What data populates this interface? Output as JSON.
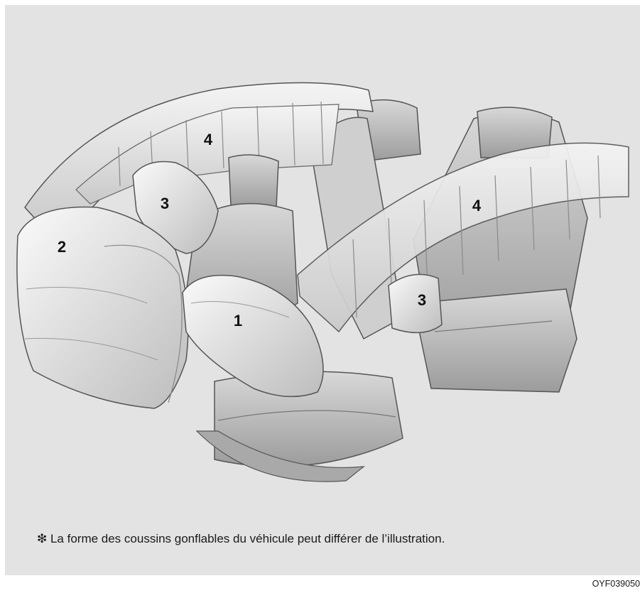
{
  "figure": {
    "callouts": [
      {
        "id": "label-1",
        "text": "1"
      },
      {
        "id": "label-2",
        "text": "2"
      },
      {
        "id": "label-3-front",
        "text": "3"
      },
      {
        "id": "label-3-rear",
        "text": "3"
      },
      {
        "id": "label-4-left",
        "text": "4"
      },
      {
        "id": "label-4-right",
        "text": "4"
      }
    ],
    "note": "❇ La forme des coussins gonflables du véhicule peut différer de l’illustration.",
    "code": "OYF039050"
  }
}
